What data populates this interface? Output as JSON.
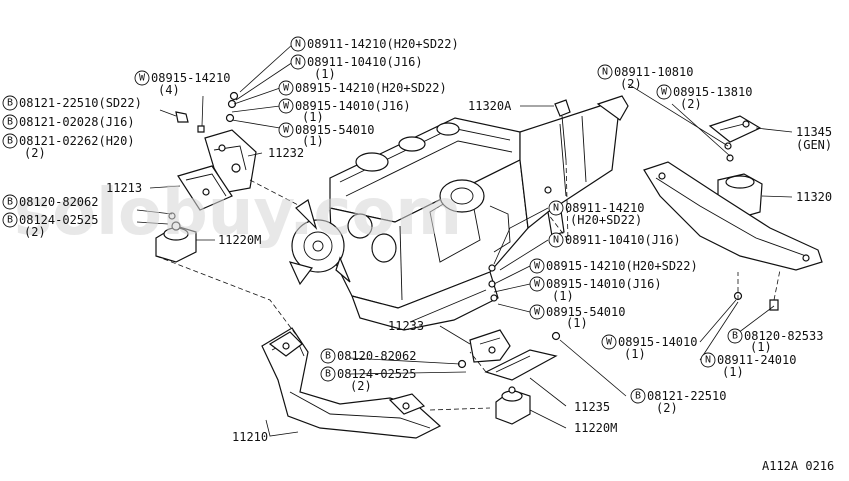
{
  "watermark": "solobuy.com",
  "footer_code": "A112A 0216",
  "callouts": {
    "c1": {
      "badge": "N",
      "text": "08911-14210(H20+SD22)"
    },
    "c2": {
      "badge": "N",
      "text": "08911-10410(J16)"
    },
    "c2q": {
      "text": "(1)"
    },
    "c3": {
      "badge": "W",
      "text": "08915-14210"
    },
    "c3q": {
      "text": "(4)"
    },
    "c4": {
      "badge": "W",
      "text": "08915-14210(H20+SD22)"
    },
    "c5": {
      "badge": "W",
      "text": "08915-14010(J16)"
    },
    "c5q": {
      "text": "(1)"
    },
    "c6": {
      "badge": "W",
      "text": "08915-54010"
    },
    "c6q": {
      "text": "(1)"
    },
    "c7": {
      "badge": "B",
      "text": "08121-22510(SD22)"
    },
    "c8": {
      "badge": "B",
      "text": "08121-02028(J16)"
    },
    "c9": {
      "badge": "B",
      "text": "08121-02262(H20)"
    },
    "c9q": {
      "text": "(2)"
    },
    "c10": {
      "text": "11232"
    },
    "c11": {
      "text": "11213"
    },
    "c12": {
      "badge": "B",
      "text": "08120-82062"
    },
    "c13": {
      "badge": "B",
      "text": "08124-02525"
    },
    "c13q": {
      "text": "(2)"
    },
    "c14": {
      "text": "11220M"
    },
    "c15": {
      "text": "11320A"
    },
    "c16": {
      "badge": "N",
      "text": "08911-10810"
    },
    "c16q": {
      "text": "(2)"
    },
    "c17": {
      "badge": "W",
      "text": "08915-13810"
    },
    "c17q": {
      "text": "(2)"
    },
    "c18": {
      "text": "11345"
    },
    "c18q": {
      "text": "(GEN)"
    },
    "c19": {
      "text": "11320"
    },
    "c20": {
      "badge": "N",
      "text": "08911-14210"
    },
    "c20q": {
      "text": "(H20+SD22)"
    },
    "c21": {
      "badge": "N",
      "text": "08911-10410(J16)"
    },
    "c22": {
      "badge": "W",
      "text": "08915-14210(H20+SD22)"
    },
    "c23": {
      "badge": "W",
      "text": "08915-14010(J16)"
    },
    "c23q": {
      "text": "(1)"
    },
    "c24": {
      "badge": "W",
      "text": "08915-54010"
    },
    "c24q": {
      "text": "(1)"
    },
    "c25": {
      "badge": "W",
      "text": "08915-14010"
    },
    "c25q": {
      "text": "(1)"
    },
    "c26": {
      "badge": "B",
      "text": "08120-82533"
    },
    "c26q": {
      "text": "(1)"
    },
    "c27": {
      "badge": "N",
      "text": "08911-24010"
    },
    "c27q": {
      "text": "(1)"
    },
    "c28": {
      "text": "11233"
    },
    "c29": {
      "badge": "B",
      "text": "08120-82062"
    },
    "c30": {
      "badge": "B",
      "text": "08124-02525"
    },
    "c30q": {
      "text": "(2)"
    },
    "c31": {
      "text": "11235"
    },
    "c32": {
      "badge": "B",
      "text": "08121-22510"
    },
    "c32q": {
      "text": "(2)"
    },
    "c33": {
      "text": "11220M"
    },
    "c34": {
      "text": "11210"
    }
  }
}
